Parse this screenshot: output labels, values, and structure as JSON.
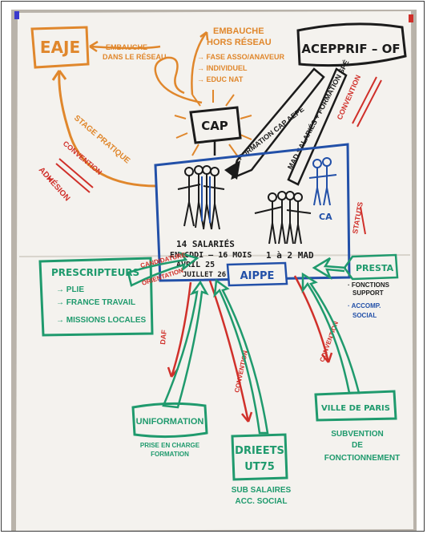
{
  "colors": {
    "orange": "#e0872c",
    "red": "#d0302a",
    "green": "#1f9a6d",
    "blue": "#2250a8",
    "black": "#1b1b1b",
    "paper": "#f4f2ee",
    "backdrop": "#b9b3aa"
  },
  "top": {
    "eaje": "EAJE",
    "embauche_reseau_1": "EMBAUCHE",
    "embauche_reseau_2": "DANS LE RÉSEAU",
    "embauche_hors_1": "EMBAUCHE",
    "embauche_hors_2": "HORS RÉSEAU",
    "hors_item_1": "→ FASE ASSO/ANAVEUR",
    "hors_item_2": "→ INDIVIDUEL",
    "hors_item_3": "→ EDUC NAT",
    "acepprif": "ACEPPRIF – OF",
    "cap": "CAP",
    "stage_pratique": "STAGE PRATIQUE",
    "convention_left": "CONVENTION",
    "adhesion": "ADHÉSION",
    "adhesion_plus": "+",
    "formation_cap": "FORMATION CAP AEPE",
    "mad_salaries": "MAD SALARIÉS + FORMATION SPÉ",
    "convention_right": "CONVENTION"
  },
  "center": {
    "salaries_1": "14 SALARIÉS",
    "salaries_2": "EN CDDI – 16 MOIS",
    "salaries_3": "AVRIL 25",
    "salaries_4": "JUILLET 26",
    "mad": "1 à 2 MAD",
    "ca": "CA",
    "statuts": "STATUTS",
    "aippe": "AIPPE"
  },
  "left": {
    "prescripteurs": "PRESCRIPTEURS",
    "item_1": "→ PLIE",
    "item_2": "→ FRANCE TRAVAIL",
    "item_3": "→ MISSIONS LOCALES",
    "candidature": "CANDIDATURE",
    "orientation": "ORIENTATION"
  },
  "right": {
    "presta": "PRESTA",
    "item_1": "· FONCTIONS",
    "item_1b": "SUPPORT",
    "item_2": "· ACCOMP.",
    "item_2b": "SOCIAL"
  },
  "bottom": {
    "daf": "DAF",
    "convention_middle": "CONVENTION",
    "convention_right": "CONVENTION",
    "uniformation": "UNIFORMATION",
    "uniformation_sub_1": "PRISE EN CHARGE",
    "uniformation_sub_2": "FORMATION",
    "drieets_1": "DRIEETS",
    "drieets_2": "UT75",
    "drieets_sub_1": "SUB SALAIRES",
    "drieets_sub_2": "ACC. SOCIAL",
    "ville": "VILLE DE PARIS",
    "ville_sub_1": "SUBVENTION",
    "ville_sub_2": "DE",
    "ville_sub_3": "FONCTIONNEMENT"
  }
}
